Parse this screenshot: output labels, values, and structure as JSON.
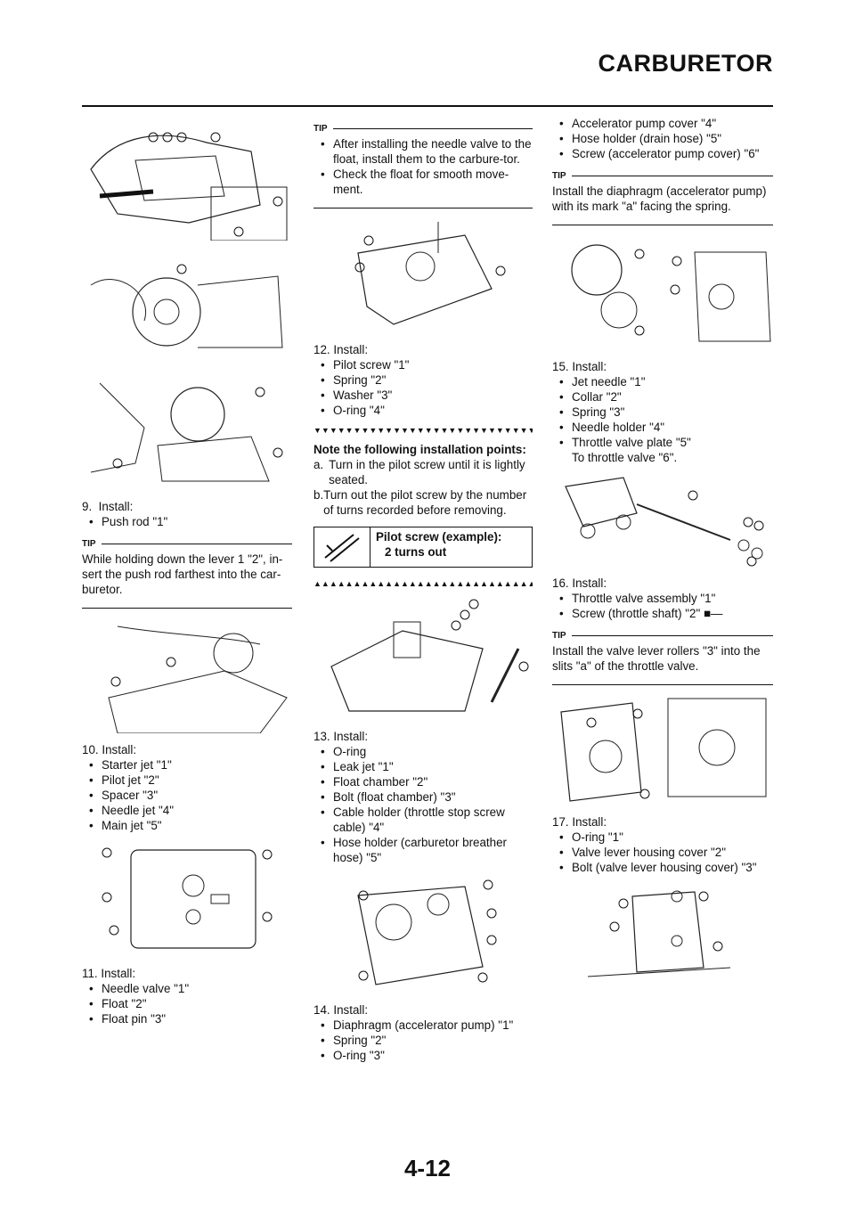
{
  "header": {
    "title": "CARBURETOR"
  },
  "page_number": "4-12",
  "col1": {
    "s9": {
      "num": "9.",
      "label": "Install:",
      "items": [
        "Push rod \"1\""
      ]
    },
    "tip1": {
      "heading": "TIP",
      "text": "While holding down the lever 1 \"2\", in-sert the push rod farthest into the car-buretor."
    },
    "s10": {
      "num": "10.",
      "label": "Install:",
      "items": [
        "Starter jet \"1\"",
        "Pilot jet \"2\"",
        "Spacer \"3\"",
        "Needle jet \"4\"",
        "Main jet \"5\""
      ]
    },
    "s11": {
      "num": "11.",
      "label": "Install:",
      "items": [
        "Needle valve \"1\"",
        "Float \"2\"",
        "Float pin \"3\""
      ]
    }
  },
  "col2": {
    "tip2": {
      "heading": "TIP",
      "items": [
        "After installing the needle valve to the float, install them to the carbure-tor.",
        "Check the float for smooth move-ment."
      ]
    },
    "s12": {
      "num": "12.",
      "label": "Install:",
      "items": [
        "Pilot screw \"1\"",
        "Spring \"2\"",
        "Washer \"3\"",
        "O-ring \"4\""
      ]
    },
    "down_markers": "▼▼▼▼▼▼▼▼▼▼▼▼▼▼▼▼▼▼▼▼▼▼▼▼▼▼▼▼",
    "note_heading": "Note the following installation points:",
    "note_a": {
      "letter": "a.",
      "text": "Turn in the pilot screw until it is lightly seated."
    },
    "note_b": {
      "letter": "b.",
      "text": "Turn out the pilot screw by the number of turns recorded before removing."
    },
    "spec": {
      "line1": "Pilot screw (example):",
      "line2": "2 turns out"
    },
    "up_markers": "▲▲▲▲▲▲▲▲▲▲▲▲▲▲▲▲▲▲▲▲▲▲▲▲▲▲▲▲",
    "s13": {
      "num": "13.",
      "label": "Install:",
      "items": [
        "O-ring",
        "Leak jet \"1\"",
        "Float chamber \"2\"",
        "Bolt (float chamber) \"3\"",
        "Cable holder (throttle stop screw cable) \"4\"",
        "Hose holder (carburetor breather hose) \"5\""
      ]
    },
    "s14": {
      "num": "14.",
      "label": "Install:",
      "items": [
        "Diaphragm (accelerator pump) \"1\"",
        "Spring \"2\"",
        "O-ring \"3\""
      ]
    }
  },
  "col3": {
    "cont": [
      "Accelerator pump cover \"4\"",
      "Hose holder (drain hose) \"5\"",
      "Screw (accelerator pump cover) \"6\""
    ],
    "tip3": {
      "heading": "TIP",
      "text": "Install the diaphragm (accelerator pump) with its mark \"a\" facing the spring."
    },
    "s15": {
      "num": "15.",
      "label": "Install:",
      "items": [
        "Jet needle \"1\"",
        "Collar \"2\"",
        "Spring \"3\"",
        "Needle holder \"4\"",
        "Throttle valve plate \"5\""
      ],
      "sub": "To throttle valve \"6\"."
    },
    "s16": {
      "num": "16.",
      "label": "Install:",
      "items": [
        "Throttle valve assembly \"1\"",
        "Screw (throttle shaft) \"2\""
      ]
    },
    "tip4": {
      "heading": "TIP",
      "text": "Install the valve lever rollers \"3\" into the slits \"a\" of the throttle valve."
    },
    "s17": {
      "num": "17.",
      "label": "Install:",
      "items": [
        "O-ring \"1\"",
        "Valve lever housing cover \"2\"",
        "Bolt (valve lever housing cover) \"3\""
      ]
    }
  }
}
